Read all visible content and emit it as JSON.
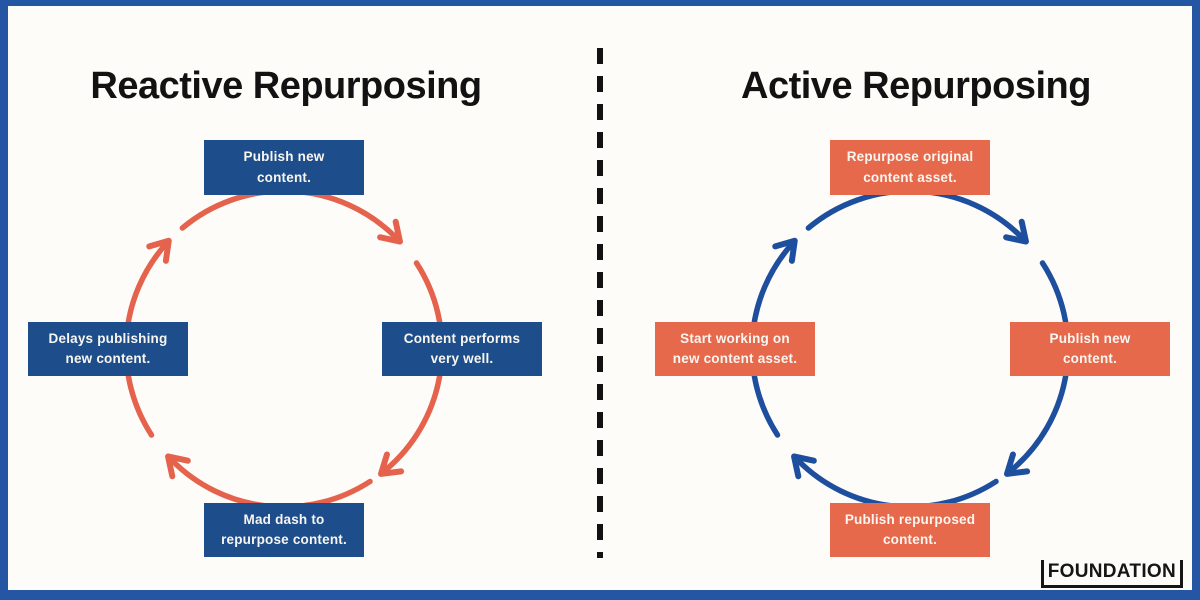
{
  "canvas": {
    "background": "#fdfcf8",
    "frame_color": "#2456a4",
    "divider_color": "#121212"
  },
  "panels": [
    {
      "id": "reactive",
      "title": "Reactive Repurposing",
      "box_color": "#1d4e8b",
      "arrow_color": "#e5624c",
      "flow": "clockwise",
      "steps": [
        {
          "position": "top",
          "label": "Publish new\ncontent."
        },
        {
          "position": "right",
          "label": "Content performs\nvery well."
        },
        {
          "position": "bottom",
          "label": "Mad dash to\nrepurpose content."
        },
        {
          "position": "left",
          "label": "Delays publishing\nnew content."
        }
      ]
    },
    {
      "id": "active",
      "title": "Active Repurposing",
      "box_color": "#e6694c",
      "arrow_color": "#1e4f9e",
      "flow": "clockwise",
      "steps": [
        {
          "position": "top",
          "label": "Repurpose original\ncontent asset."
        },
        {
          "position": "right",
          "label": "Publish new\ncontent."
        },
        {
          "position": "bottom",
          "label": "Publish repurposed\ncontent."
        },
        {
          "position": "left",
          "label": "Start working on\nnew content asset."
        }
      ]
    }
  ],
  "logo": {
    "text": "FOUNDATION"
  }
}
